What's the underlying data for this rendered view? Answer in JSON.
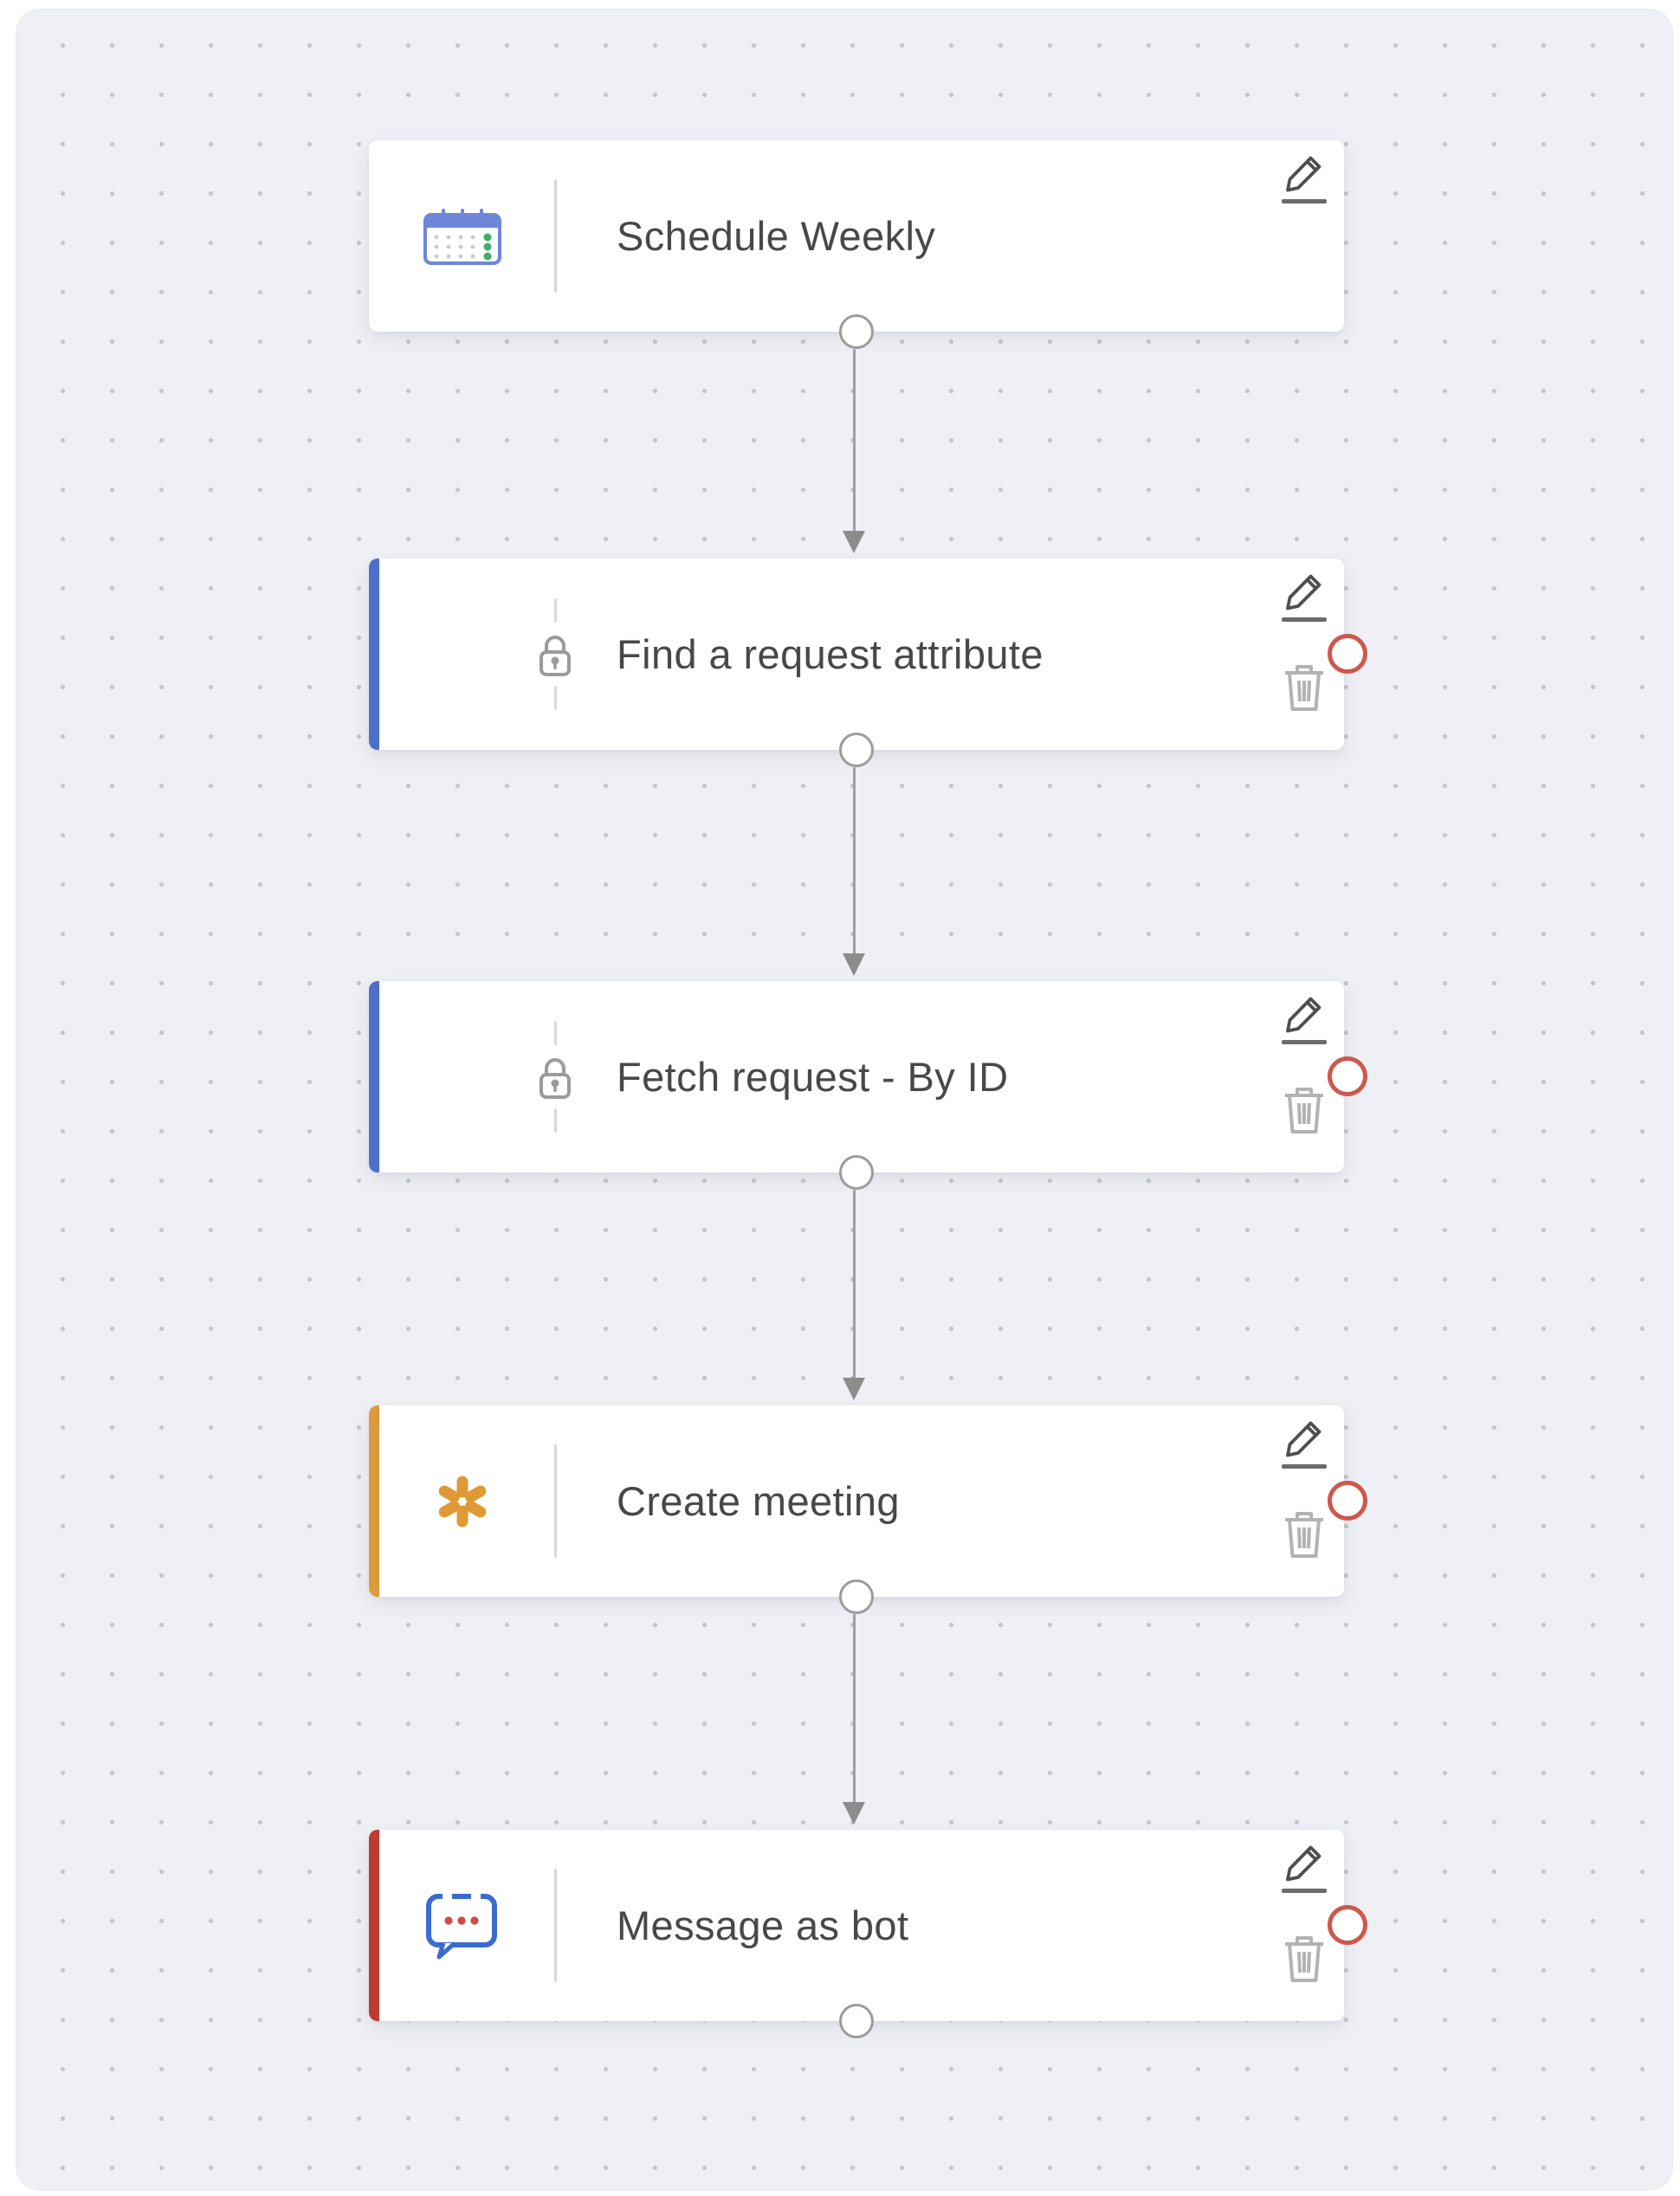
{
  "workflow": {
    "steps": [
      {
        "title": "Schedule Weekly",
        "icon": "calendar-icon",
        "accent_color": null,
        "locked": false,
        "has_edit": true,
        "has_delete": false,
        "has_error_port": false
      },
      {
        "title": "Find a request attribute",
        "icon": "servicedesk-icon",
        "accent_color": "#4d6fc9",
        "locked": true,
        "has_edit": true,
        "has_delete": true,
        "has_error_port": true
      },
      {
        "title": "Fetch request - By ID",
        "icon": "servicedesk-icon",
        "accent_color": "#4d6fc9",
        "locked": true,
        "has_edit": true,
        "has_delete": true,
        "has_error_port": true
      },
      {
        "title": "Create meeting",
        "icon": "asterisk-icon",
        "accent_color": "#dd9a3d",
        "locked": false,
        "has_edit": true,
        "has_delete": true,
        "has_error_port": true
      },
      {
        "title": "Message as bot",
        "icon": "chat-bubble-icon",
        "accent_color": "#bf3a31",
        "locked": false,
        "has_edit": true,
        "has_delete": true,
        "has_error_port": true
      }
    ],
    "colors": {
      "canvas_background": "#eff0f5",
      "grid_dot": "#c5c7cf",
      "accent_blue": "#4d6fc9",
      "accent_orange": "#dd9a3d",
      "accent_red": "#bf3a31",
      "error_port": "#cd584e",
      "connector": "#9c9c9c"
    }
  }
}
